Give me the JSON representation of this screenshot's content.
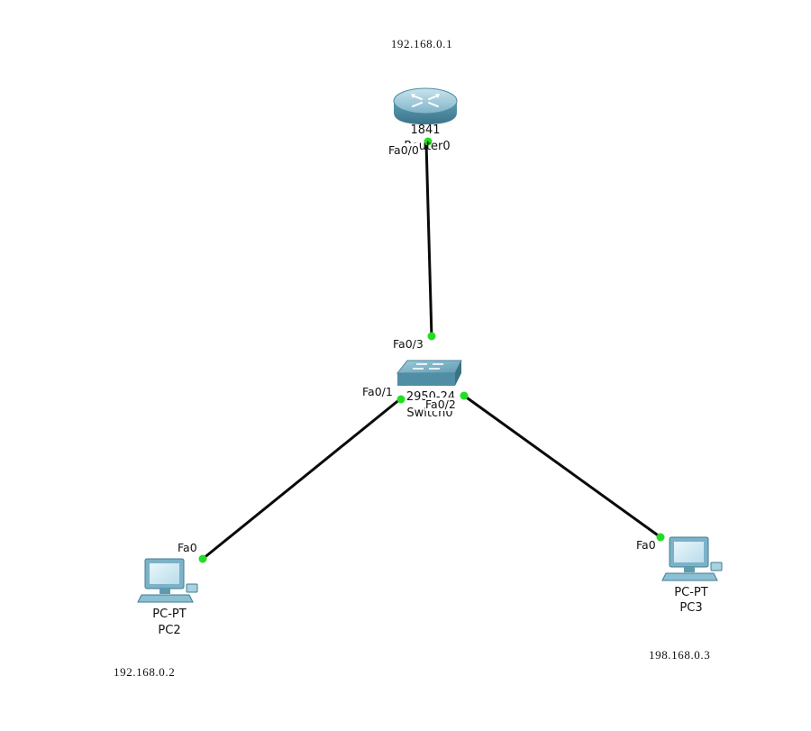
{
  "devices": {
    "router": {
      "model": "1841",
      "name": "Router0",
      "ip": "192.168.0.1",
      "port": "Fa0/0"
    },
    "switch": {
      "model": "2950-24",
      "name": "Switch0",
      "ports": {
        "to_router": "Fa0/3",
        "to_pc2": "Fa0/1",
        "to_pc3": "Fa0/2"
      }
    },
    "pc2": {
      "type": "PC-PT",
      "name": "PC2",
      "ip": "192.168.0.2",
      "port": "Fa0"
    },
    "pc3": {
      "type": "PC-PT",
      "name": "PC3",
      "ip": "198.168.0.3",
      "port": "Fa0"
    }
  },
  "links": [
    {
      "from": "Router0 Fa0/0",
      "to": "Switch0 Fa0/3"
    },
    {
      "from": "Switch0 Fa0/1",
      "to": "PC2 Fa0"
    },
    {
      "from": "Switch0 Fa0/2",
      "to": "PC3 Fa0"
    }
  ],
  "colors": {
    "link": "#0a0a0a",
    "port_up": "#22dd22",
    "device_fill": "#6aa8bf",
    "device_dark": "#3f7d93"
  }
}
